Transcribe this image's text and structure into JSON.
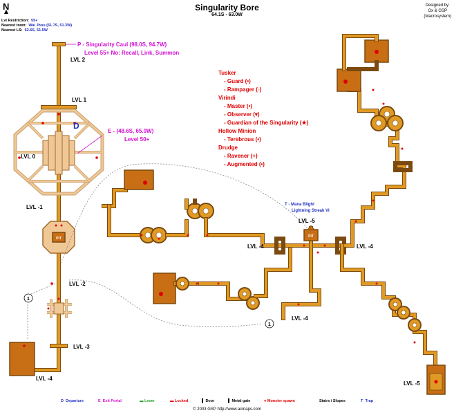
{
  "header": {
    "title": "Singularity Bore",
    "coords": "64.1S - 63.0W",
    "north": "N",
    "designer_lines": [
      "Designed by:",
      "Ox & GSP",
      "(Macrosystem)"
    ]
  },
  "info": [
    {
      "label": "Lvl Restriction:",
      "value": "55+"
    },
    {
      "label": "Nearest town:",
      "value": "Wai Jhou (61.7S, 51.3W)"
    },
    {
      "label": "Nearest LS:",
      "value": "62.6S, 51.5W"
    }
  ],
  "levels": {
    "lvl2": "LVL 2",
    "lvl1": "LVL 1",
    "lvl0": "LVL 0",
    "lvlm1": "LVL -1",
    "lvlm2": "LVL -2",
    "lvlm3": "LVL -3",
    "lvlm4_a": "LVL -4",
    "lvlm4_b": "LVL -4",
    "lvlm4_c": "LVL -4",
    "lvlm4_d": "LVL -4",
    "lvlm5_a": "LVL -5",
    "lvlm5_b": "LVL -5"
  },
  "callouts": {
    "portal_p": "P - Singularity Caul (98.0S, 94.7W)",
    "portal_p_note": "Level 55+  No: Recall, Link, Summon",
    "portal_e": "E - (48.6S, 65.0W)",
    "portal_e_note": "Level 50+",
    "trap_t1": "T - Mana Blight",
    "trap_t2": "Lightning Streak VI",
    "departure_marker": "D",
    "link_marker": "1",
    "pit_label": "PIT"
  },
  "monsters": [
    {
      "group": "Tusker",
      "items": [
        "Guard (•)",
        "Rampager (◦)"
      ]
    },
    {
      "group": "Virindi",
      "items": [
        "Master (•)",
        "Observer (▾)",
        "Guardian of the Singularity (★)"
      ]
    },
    {
      "group": "Hollow Minion",
      "items": [
        "Terebrous (•)"
      ]
    },
    {
      "group": "Drudge",
      "items": [
        "Ravener (+)",
        "Augmented (•)"
      ]
    }
  ],
  "footer": [
    {
      "symbol": "D",
      "label": "Departure",
      "color": "#2030c0"
    },
    {
      "symbol": "E",
      "label": "Exit Portal",
      "color": "#d010d0"
    },
    {
      "symbol": "▬",
      "label": "Lever",
      "color": "#20a020"
    },
    {
      "symbol": "▬",
      "label": "Locked",
      "color": "#e00000"
    },
    {
      "symbol": "▌",
      "label": "Door",
      "color": "#000000"
    },
    {
      "symbol": "▌",
      "label": "Metal gate",
      "color": "#000000"
    },
    {
      "symbol": "●",
      "label": "Monster spawn",
      "color": "#e00000"
    },
    {
      "symbol": "",
      "label": "Stairs / Slopes",
      "color": "#000000"
    },
    {
      "symbol": "T",
      "label": "Trap",
      "color": "#2030c0"
    }
  ],
  "credit": "© 2003 GSP  http://www.acmaps.com",
  "colors": {
    "corridor": "#e09a24",
    "outline": "#7a4a10",
    "room": "#f0c896",
    "room_outline": "#a06b2e",
    "dark_room": "#c86e14",
    "spawn": "#e00000"
  }
}
